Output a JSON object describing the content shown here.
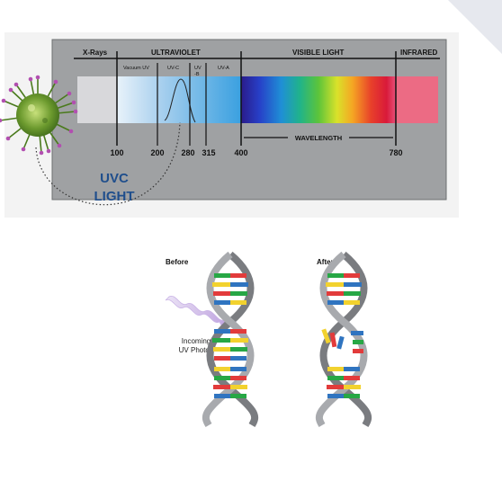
{
  "spectrum": {
    "region_labels": {
      "xrays": "X-Rays",
      "ultraviolet": "ULTRAVIOLET",
      "visible": "VISIBLE LIGHT",
      "infrared": "INFRARED"
    },
    "uv_bands": {
      "vacuum": "Vacuum UV",
      "uvc": "UV-C",
      "uvb_line1": "UV",
      "uvb_line2": "-B",
      "uva": "UV-A"
    },
    "wavelength_label": "WAVELENGTH",
    "ticks": [
      "100",
      "200",
      "280",
      "315",
      "400",
      "780"
    ],
    "uvc_caption_line1": "UVC",
    "uvc_caption_line2": "LIGHT",
    "colors": {
      "panel": "#9fa1a3",
      "uvc_text": "#1f4e8c"
    },
    "germ_icon": "virus-germ-icon"
  },
  "dna": {
    "before_label": "Before",
    "after_label": "After",
    "photon_line1": "Incoming",
    "photon_line2": "UV Photon",
    "photon_icon": "uv-photon-arrow-icon",
    "base_colors": [
      "#e23b3b",
      "#27a745",
      "#f2d22e",
      "#2f74c0"
    ]
  }
}
